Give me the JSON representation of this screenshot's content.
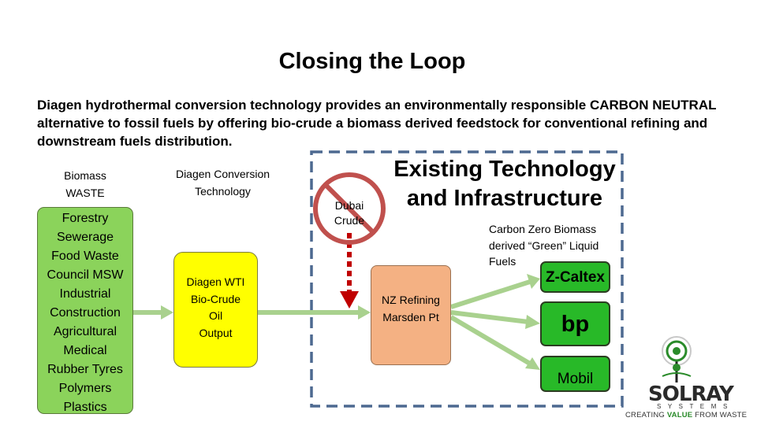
{
  "title": "Closing the Loop",
  "intro": "Diagen hydrothermal conversion technology provides an environmentally responsible CARBON NEUTRAL alternative to fossil fuels by offering bio-crude a biomass derived feedstock for conventional refining and downstream fuels distribution.",
  "biomass_label": [
    "Biomass",
    "WASTE"
  ],
  "waste_sources": [
    "Forestry",
    "Sewerage",
    "Food Waste",
    "Council MSW",
    "Industrial",
    "Construction",
    "Agricultural",
    "Medical",
    "Rubber Tyres",
    "Polymers",
    "Plastics"
  ],
  "diagen_label": [
    "Diagen Conversion",
    "Technology"
  ],
  "diagen_output": [
    "Diagen WTI",
    "Bio-Crude",
    "Oil",
    "Output"
  ],
  "dubai_crude": [
    "Dubai",
    "Crude"
  ],
  "existing_title": [
    "Existing Technology",
    "and Infrastructure"
  ],
  "carbon_note": [
    "Carbon Zero Biomass",
    "derived “Green” Liquid",
    "Fuels"
  ],
  "refinery": [
    "NZ Refining",
    "Marsden Pt"
  ],
  "brands": {
    "z_caltex": "Z-Caltex",
    "bp": "bp",
    "mobil": "Mobil"
  },
  "logo": {
    "name": "SOLRAY",
    "sub": "S Y S T E M S",
    "tag_prefix": "CREATING ",
    "tag_mid": "VALUE",
    "tag_suffix": " FROM WASTE"
  },
  "colors": {
    "waste_green": "#8bd35b",
    "output_yellow": "#ffff00",
    "refinery_orange": "#f4b183",
    "brand_green": "#28b928",
    "arrow_green": "#a9d18e",
    "dashed_border": "#4d6990",
    "no_sign_red": "#c00000"
  }
}
